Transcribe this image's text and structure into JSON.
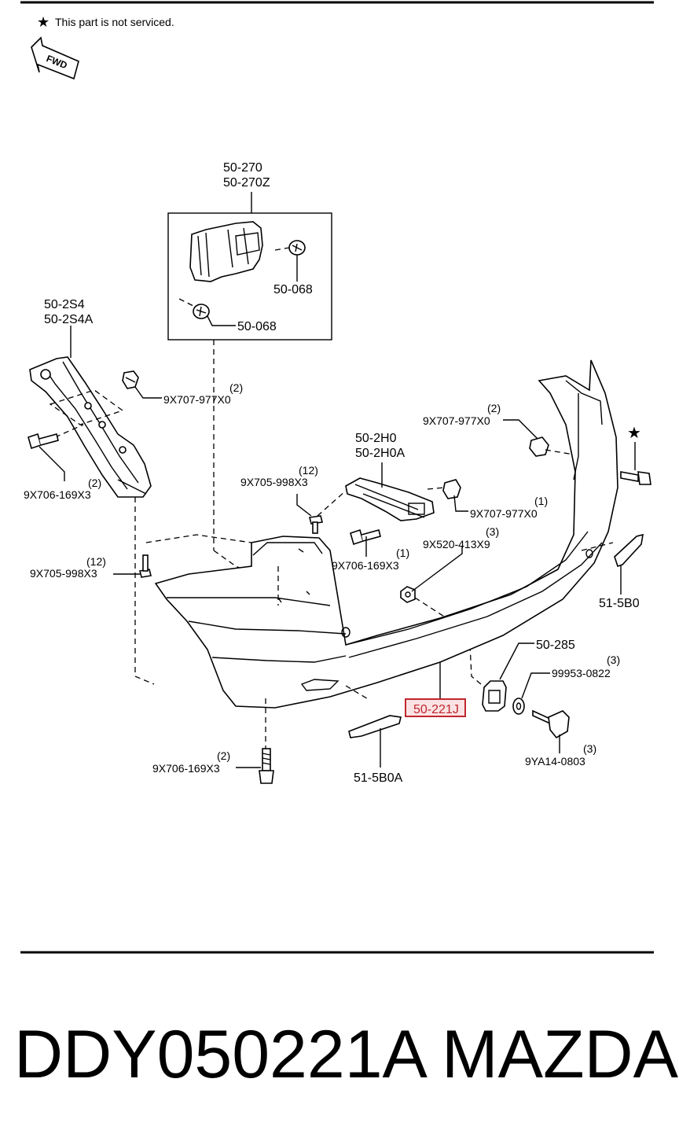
{
  "note": {
    "symbol": "★",
    "text": "This part is not serviced."
  },
  "fwd_label": "FWD",
  "labels": {
    "bracket_top_1": "50-270",
    "bracket_top_2": "50-270Z",
    "clip_a": "50-068",
    "clip_b": "50-068",
    "side_bracket_1": "50-2S4",
    "side_bracket_2": "50-2S4A",
    "clip_left_qty": "(2)",
    "clip_left": "9X707-977X0",
    "screw_left_qty": "(2)",
    "screw_left": "9X706-169X3",
    "center_bracket_1": "50-2H0",
    "center_bracket_2": "50-2H0A",
    "rivet_center_qty": "(12)",
    "rivet_center": "9X705-998X3",
    "clip_right_top_qty": "(2)",
    "clip_right_top": "9X707-977X0",
    "clip_center_qty": "(1)",
    "clip_center": "9X707-977X0",
    "nut_qty": "(3)",
    "nut": "9X520-413X9",
    "screw_center_qty": "(1)",
    "screw_center": "9X706-169X3",
    "rivet_left_qty": "(12)",
    "rivet_left": "9X705-998X3",
    "reflector_right": "51-5B0",
    "pad": "50-285",
    "washer_qty": "(3)",
    "washer": "99953-0822",
    "bumper": "50-221J",
    "reflector_left": "51-5B0A",
    "screw_bottom_qty": "(2)",
    "screw_bottom": "9X706-169X3",
    "bolt_qty": "(3)",
    "bolt": "9YA14-0803",
    "star_marker": "★"
  },
  "footer": {
    "part_number": "DDY050221A",
    "brand": "MAZDA"
  },
  "colors": {
    "highlight": "#c0262d",
    "highlight_bg": "#fbe3e4"
  }
}
